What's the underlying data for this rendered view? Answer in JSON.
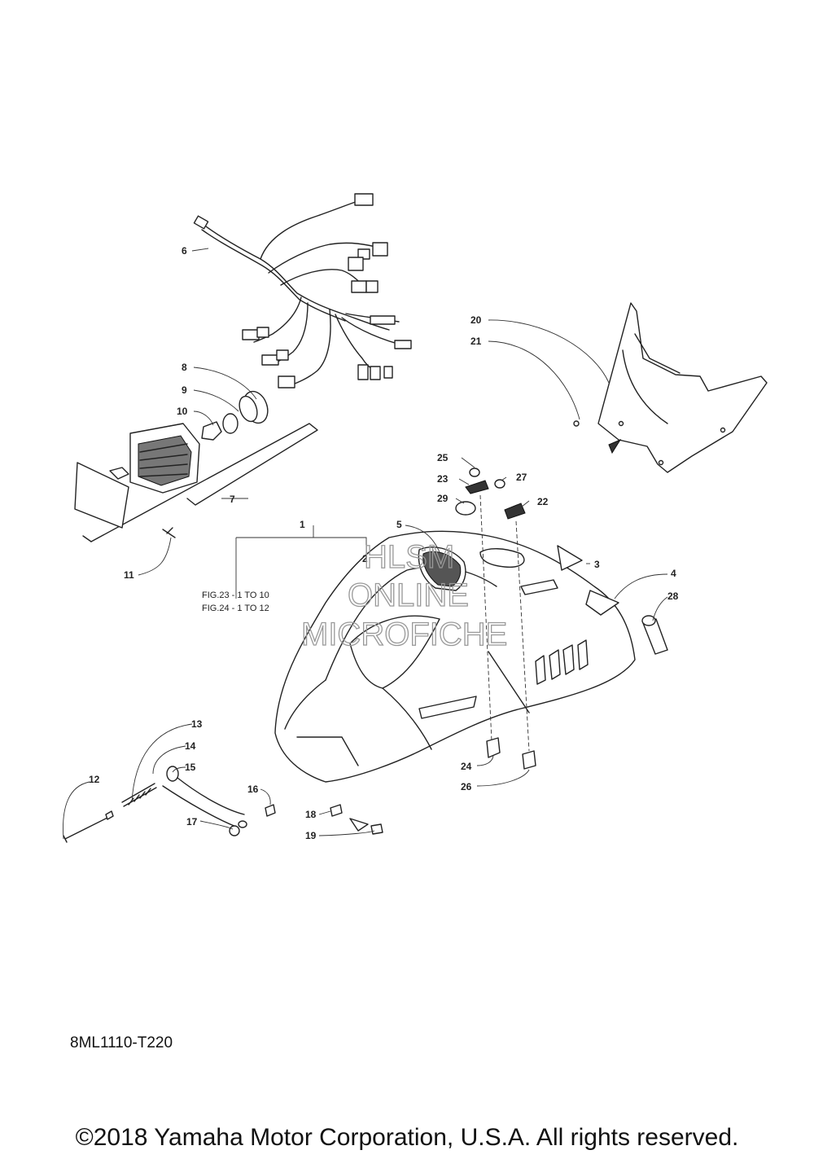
{
  "callouts": [
    "1",
    "2",
    "3",
    "4",
    "5",
    "6",
    "7",
    "8",
    "9",
    "10",
    "11",
    "12",
    "13",
    "14",
    "15",
    "16",
    "17",
    "18",
    "19",
    "20",
    "21",
    "22",
    "23",
    "24",
    "25",
    "26",
    "27",
    "28",
    "29"
  ],
  "references": [
    "FIG.23 - 1 TO 10",
    "FIG.24 - 1 TO 12"
  ],
  "watermark": [
    "HLSM",
    "ONLINE",
    "MICROFICHE"
  ],
  "diagram_code": "8ML1110-T220",
  "copyright": "©2018 Yamaha Motor Corporation, U.S.A. All rights reserved."
}
